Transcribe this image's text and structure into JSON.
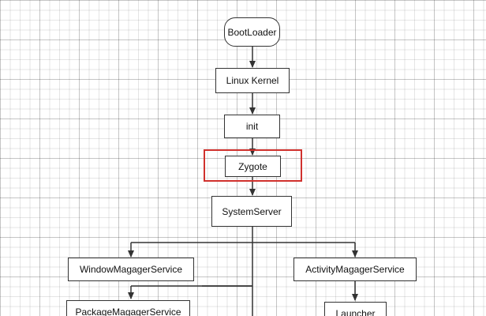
{
  "diagram": {
    "nodes": {
      "bootloader": "BootLoader",
      "linux_kernel": "Linux Kernel",
      "init": "init",
      "zygote": "Zygote",
      "system_server": "SystemServer",
      "window_manager": "WindowMagagerService",
      "activity_manager": "ActivityMagagerService",
      "package_manager": "PackageMagagerService",
      "launcher": "Launcher"
    },
    "edges": [
      {
        "from": "bootloader",
        "to": "linux_kernel"
      },
      {
        "from": "linux_kernel",
        "to": "init"
      },
      {
        "from": "init",
        "to": "zygote"
      },
      {
        "from": "zygote",
        "to": "system_server"
      },
      {
        "from": "system_server",
        "to": "window_manager"
      },
      {
        "from": "system_server",
        "to": "activity_manager"
      },
      {
        "from": "system_server",
        "to": "package_manager"
      },
      {
        "from": "activity_manager",
        "to": "launcher"
      }
    ],
    "highlighted_node": "zygote",
    "colors": {
      "highlight": "#d0312d",
      "stroke": "#333333"
    }
  }
}
